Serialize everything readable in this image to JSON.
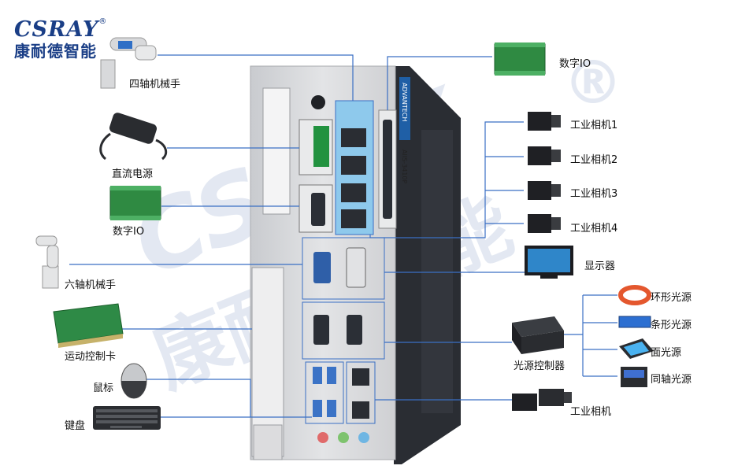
{
  "brand": {
    "name": "CSRAY",
    "reg_mark": "®",
    "chinese": "康耐德智能"
  },
  "watermark": {
    "en": "CSRAY",
    "cn": "康耐德智能",
    "reg": "®"
  },
  "device": {
    "brand_text": "ADVANTECH",
    "model_text": "AIIS-3410P"
  },
  "peripherals": {
    "four_axis_robot": "四轴机械手",
    "dc_power": "直流电源",
    "digital_io_left": "数字IO",
    "six_axis_robot": "六轴机械手",
    "motion_card": "运动控制卡",
    "mouse": "鼠标",
    "keyboard": "键盘",
    "digital_io_right": "数字IO",
    "camera1": "工业相机1",
    "camera2": "工业相机2",
    "camera3": "工业相机3",
    "camera4": "工业相机4",
    "monitor": "显示器",
    "ring_light": "环形光源",
    "bar_light": "条形光源",
    "area_light": "面光源",
    "coaxial_light": "同轴光源",
    "light_controller": "光源控制器",
    "camera_bottom": "工业相机"
  },
  "colors": {
    "line": "#3a6fc4",
    "brand": "#1a3e86",
    "poe_panel": "#8ec9ec"
  }
}
